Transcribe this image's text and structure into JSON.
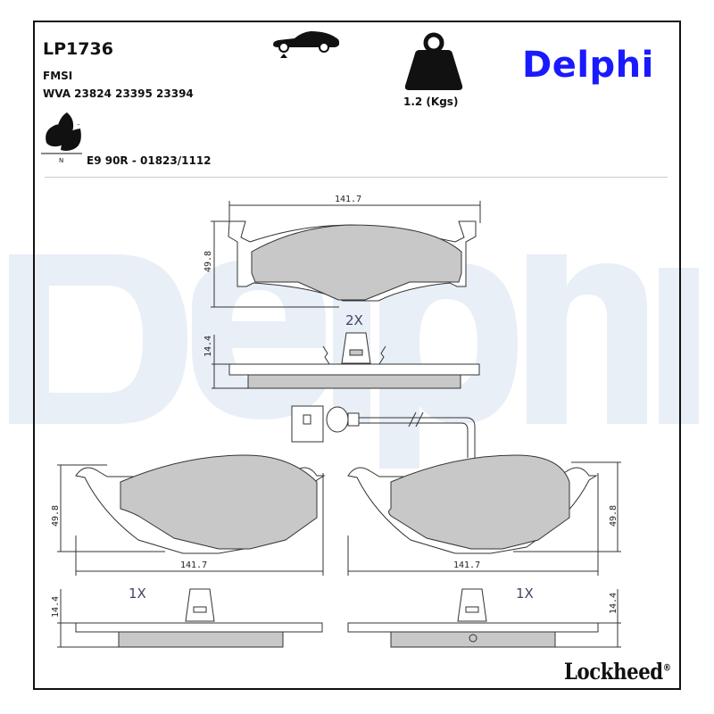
{
  "header": {
    "part_number": "LP1736",
    "fmsi_label": "FMSI",
    "wva_numbers": "WVA 23824 23395 23394",
    "weight": "1.2 (Kgs)",
    "ece_approval": "E9 90R - 01823/1112",
    "brand": "Delphi",
    "sub_brand": "Lockheed",
    "registered_mark": "®",
    "icons": [
      "car-on-lift-icon",
      "weight-icon",
      "eco-leaves-icon"
    ],
    "eco_label_n": "N",
    "eco_label_tm": "™"
  },
  "diagram": {
    "top_pad": {
      "width": "141.7",
      "height": "49.8",
      "thickness": "14.4",
      "quantity": "2X"
    },
    "bottom_left_pad": {
      "width": "141.7",
      "height": "49.8",
      "thickness": "14.4",
      "quantity": "1X"
    },
    "bottom_right_pad": {
      "width": "141.7",
      "height": "49.8",
      "thickness": "14.4",
      "quantity": "1X",
      "wear_sensor": true
    },
    "colors": {
      "pad_fill": "#c8c8c8",
      "line": "#333333",
      "brand_blue": "#1a1aff",
      "watermark": "#e8eef7"
    }
  }
}
